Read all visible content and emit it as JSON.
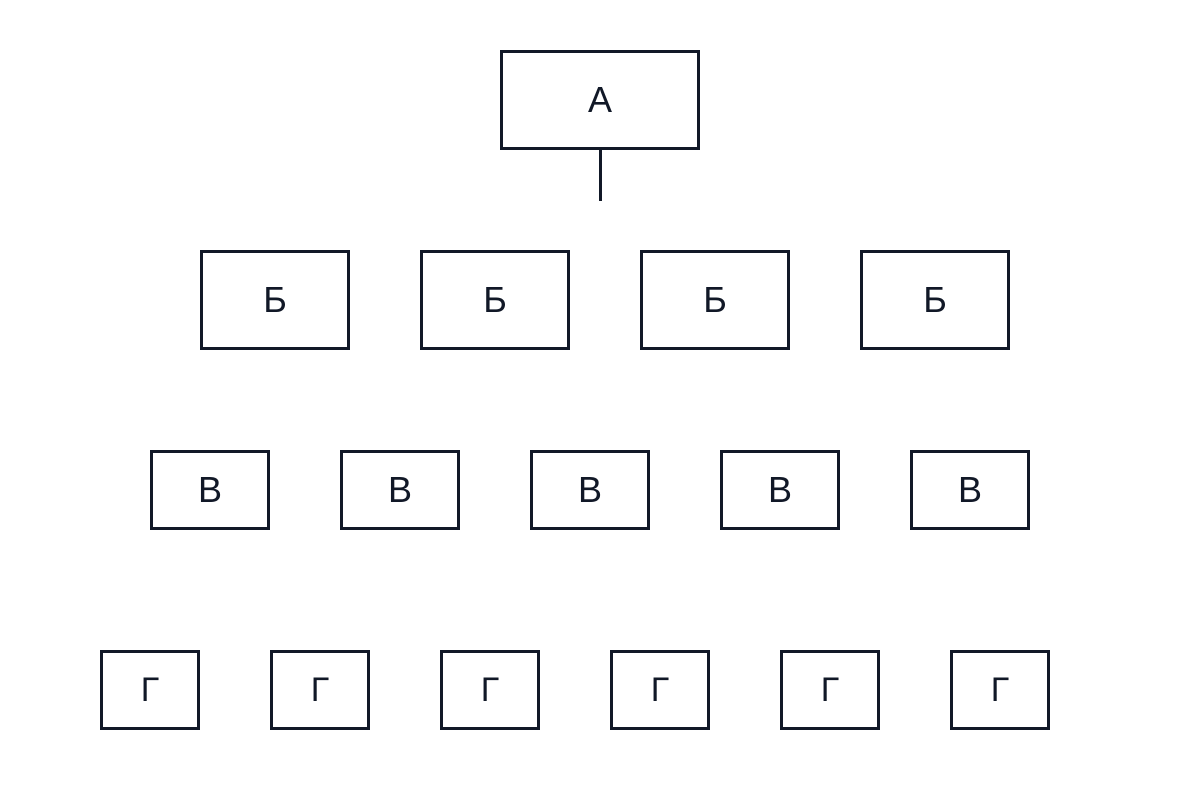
{
  "diagram": {
    "colors": {
      "stroke": "#111827",
      "background": "#ffffff"
    },
    "root": {
      "label": "А"
    },
    "level_b": [
      {
        "label": "Б"
      },
      {
        "label": "Б"
      },
      {
        "label": "Б"
      },
      {
        "label": "Б"
      }
    ],
    "level_c": [
      {
        "label": "В"
      },
      {
        "label": "В"
      },
      {
        "label": "В"
      },
      {
        "label": "В"
      },
      {
        "label": "В"
      }
    ],
    "level_d": [
      {
        "label": "Г"
      },
      {
        "label": "Г"
      },
      {
        "label": "Г"
      },
      {
        "label": "Г"
      },
      {
        "label": "Г"
      },
      {
        "label": "Г"
      }
    ]
  }
}
